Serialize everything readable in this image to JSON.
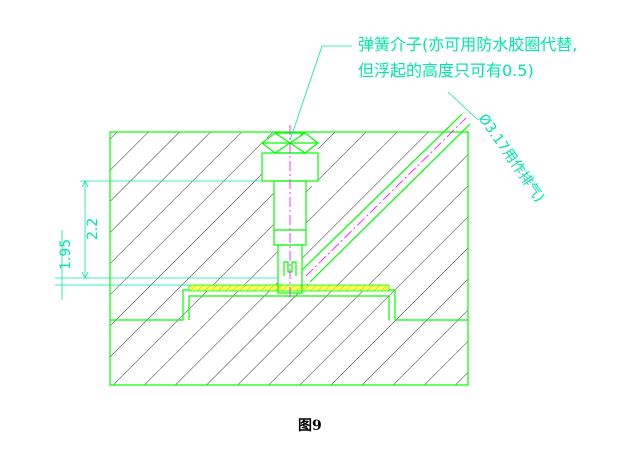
{
  "annotation": {
    "line1": "弹簧介子(亦可用防水胶圈代替,",
    "line2": "但浮起的高度只可有0.5)"
  },
  "vent_label": "Ø3.17用作排气)",
  "dimensions": {
    "d1": "2.2",
    "d2": "1.95"
  },
  "caption": "图9",
  "colors": {
    "outline": "#00ff00",
    "text": "#00e6a8",
    "centerline": "#ff00ff",
    "spring_fill": "#ffff00",
    "caption": "#000000"
  }
}
